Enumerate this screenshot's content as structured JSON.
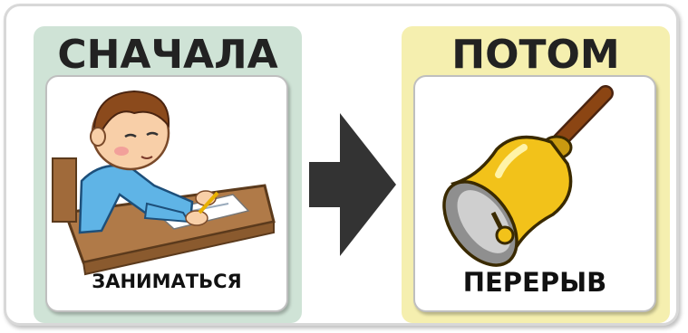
{
  "first": {
    "title": "СНАЧАЛА",
    "label": "ЗАНИМАТЬСЯ",
    "icon": "child-studying-icon",
    "color": "#cfe3d6"
  },
  "then": {
    "title": "ПОТОМ",
    "label": "ПЕРЕРЫВ",
    "icon": "bell-icon",
    "color": "#f5efaf"
  },
  "arrow": {
    "icon": "right-arrow-icon",
    "color": "#333333"
  }
}
